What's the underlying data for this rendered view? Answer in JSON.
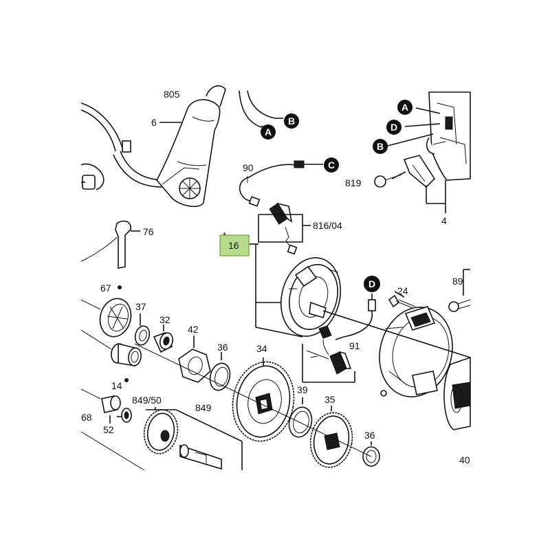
{
  "labels": {
    "p805": "805",
    "p6": "6",
    "p90": "90",
    "p819": "819",
    "p4": "4",
    "p8160": "816/04",
    "p16": "16",
    "p16star": "*",
    "p76": "76",
    "p67": "67",
    "p37": "37",
    "p32": "32",
    "p42": "42",
    "p36a": "36",
    "p34": "34",
    "p24": "24",
    "p89": "89",
    "p91": "91",
    "p14": "14",
    "p68": "68",
    "p849_50": "849/50",
    "p849": "849",
    "p52": "52",
    "p39": "39",
    "p35": "35",
    "p36b": "36",
    "p40": "40"
  },
  "connectors": {
    "a1": "A",
    "b1": "B",
    "c1": "C",
    "a2": "A",
    "d1": "D",
    "b2": "B",
    "d2": "D"
  },
  "colors": {
    "highlight": "#b7dc8c",
    "highlight_border": "#6f9a3a",
    "line": "#111111",
    "connector": "#111111"
  }
}
